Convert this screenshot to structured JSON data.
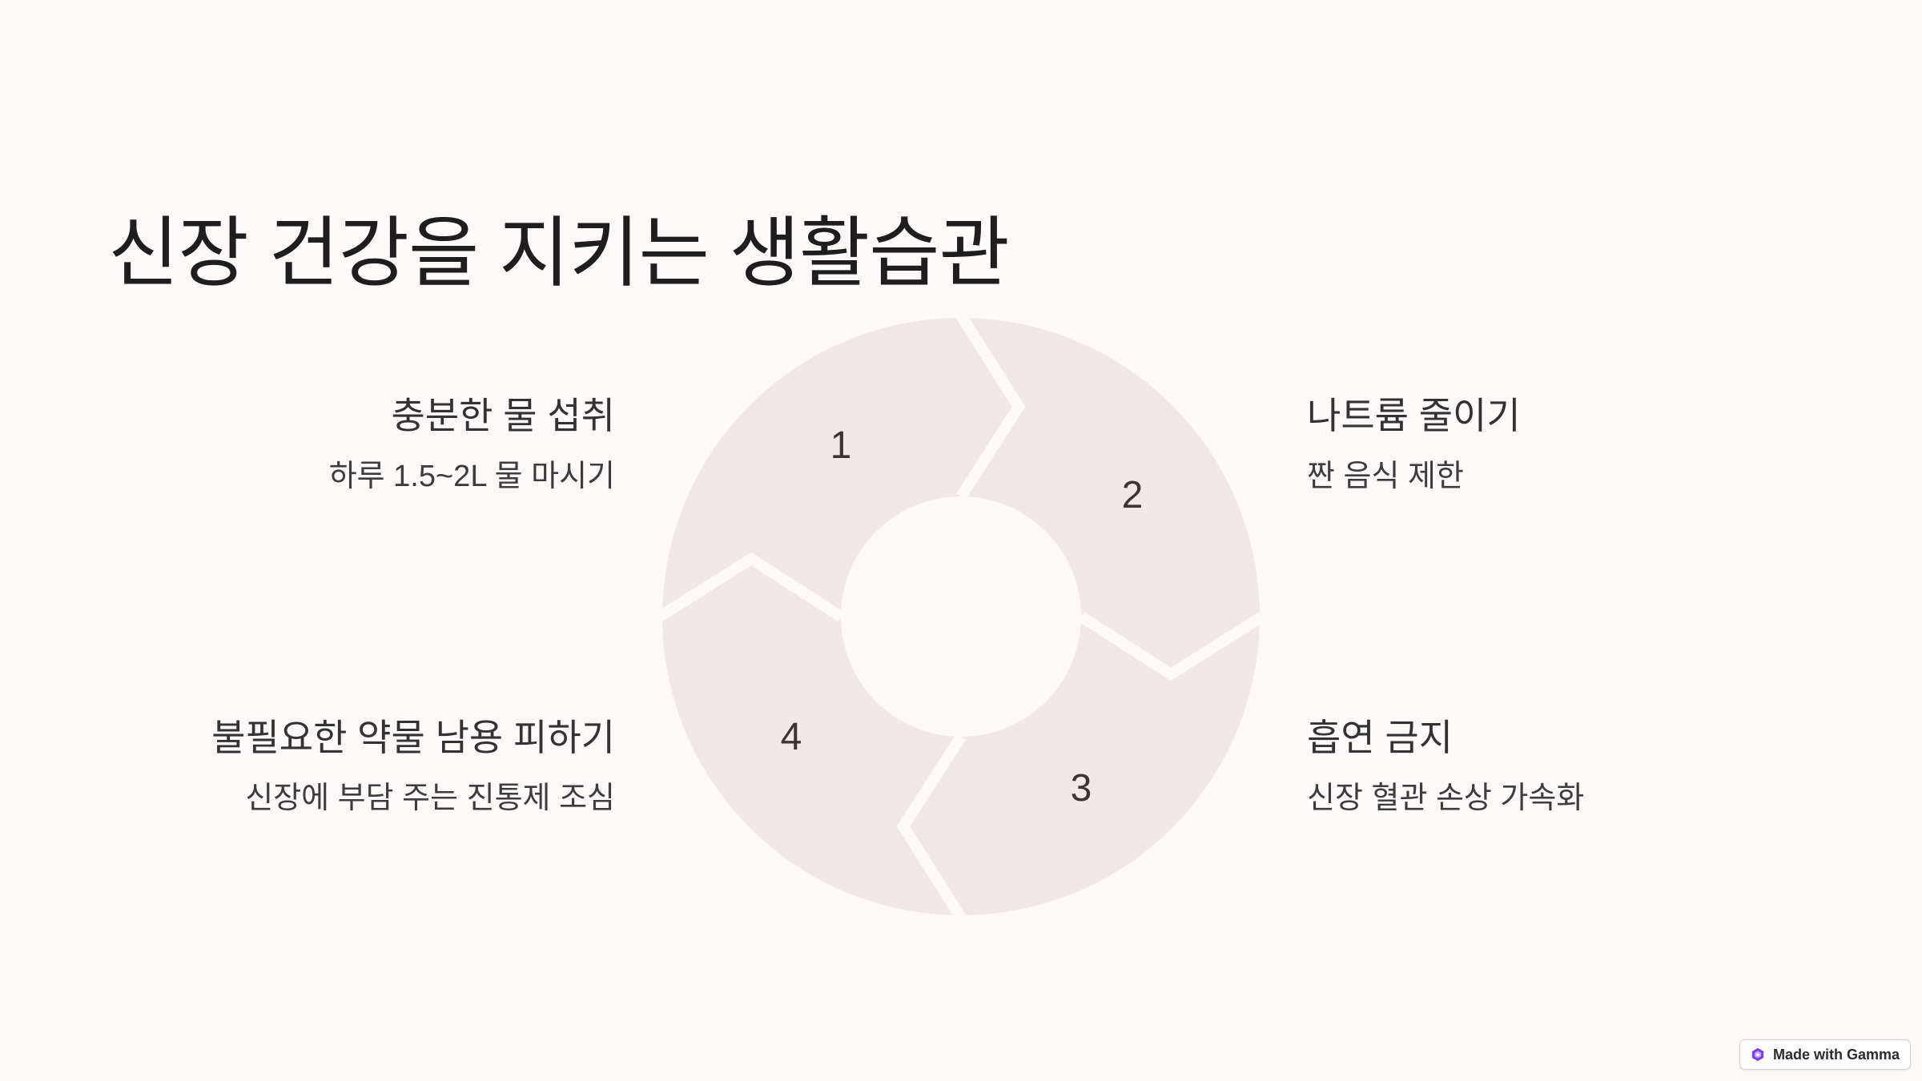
{
  "title": "신장 건강을 지키는 생활습관",
  "steps": [
    {
      "number": "1",
      "heading": "충분한 물 섭취",
      "description": "하루 1.5~2L 물 마시기"
    },
    {
      "number": "2",
      "heading": "나트륨 줄이기",
      "description": "짠 음식 제한"
    },
    {
      "number": "3",
      "heading": "흡연 금지",
      "description": "신장 혈관 손상 가속화"
    },
    {
      "number": "4",
      "heading": "불필요한 약물 남용 피하기",
      "description": "신장에 부담 주는 진통제 조심"
    }
  ],
  "colors": {
    "background": "#fdf9f8",
    "segment_fill": "#f1e8e8",
    "text_dark": "#1e1e1e"
  },
  "badge": {
    "label": "Made with Gamma",
    "icon": "gamma-logo-icon"
  }
}
